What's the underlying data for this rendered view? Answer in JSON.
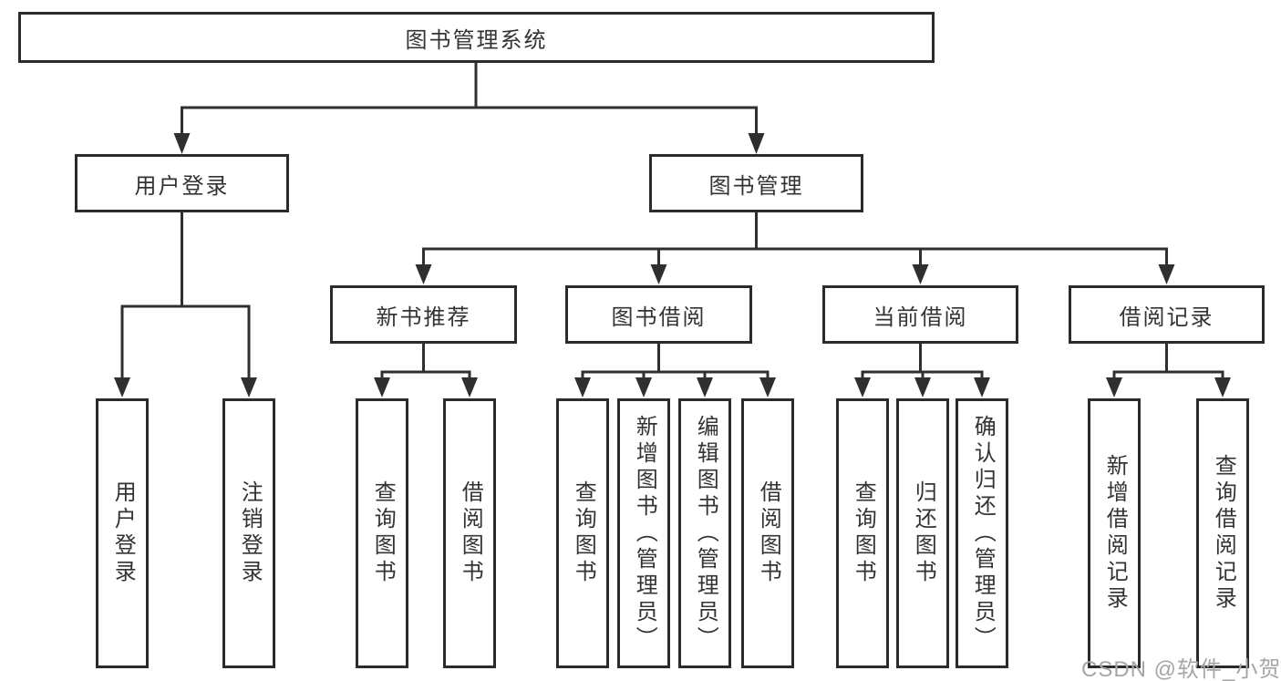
{
  "diagram": {
    "root": {
      "label": "图书管理系统"
    },
    "level2": [
      {
        "id": "user-login",
        "label": "用户登录"
      },
      {
        "id": "book-management",
        "label": "图书管理"
      }
    ],
    "level3": [
      {
        "id": "new-book-recommend",
        "parent": "图书管理",
        "label": "新书推荐"
      },
      {
        "id": "book-borrow",
        "parent": "图书管理",
        "label": "图书借阅"
      },
      {
        "id": "current-borrow",
        "parent": "图书管理",
        "label": "当前借阅"
      },
      {
        "id": "borrow-records",
        "parent": "图书管理",
        "label": "借阅记录"
      }
    ],
    "leaves": [
      {
        "group": "用户登录",
        "label": "用户登录"
      },
      {
        "group": "用户登录",
        "label": "注销登录"
      },
      {
        "group": "新书推荐",
        "label": "查询图书"
      },
      {
        "group": "新书推荐",
        "label": "借阅图书"
      },
      {
        "group": "图书借阅",
        "label": "查询图书"
      },
      {
        "group": "图书借阅",
        "label": "新增图书（管理员）"
      },
      {
        "group": "图书借阅",
        "label": "编辑图书（管理员）"
      },
      {
        "group": "图书借阅",
        "label": "借阅图书"
      },
      {
        "group": "当前借阅",
        "label": "查询图书"
      },
      {
        "group": "当前借阅",
        "label": "归还图书"
      },
      {
        "group": "当前借阅",
        "label": "确认归还（管理员）"
      },
      {
        "group": "借阅记录",
        "label": "新增借阅记录"
      },
      {
        "group": "借阅记录",
        "label": "查询借阅记录"
      }
    ]
  },
  "watermark": {
    "text": "CSDN @软件_小贺同学"
  },
  "colors": {
    "background": "#ffffff",
    "line": "#2f2f2f",
    "box_border": "#2b2b2b",
    "box_fill": "#ffffff",
    "text": "#333333",
    "watermark": "#a6a6a6"
  }
}
